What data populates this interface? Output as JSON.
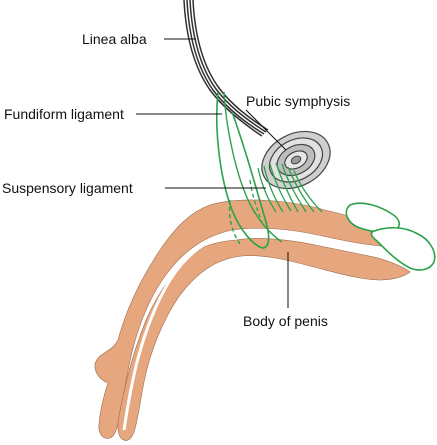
{
  "labels": {
    "linea_alba": "Linea alba",
    "fundiform_ligament": "Fundiform ligament",
    "pubic_symphysis": "Pubic symphysis",
    "suspensory_ligament": "Suspensory ligament",
    "body_of_penis": "Body of penis"
  },
  "colors": {
    "tissue_fill": "#e7a77e",
    "ligament_stroke": "#2aa24a",
    "linea_alba_stroke": "#333333",
    "symphysis_fill": "#cfcfcf",
    "label_text": "#111111"
  }
}
